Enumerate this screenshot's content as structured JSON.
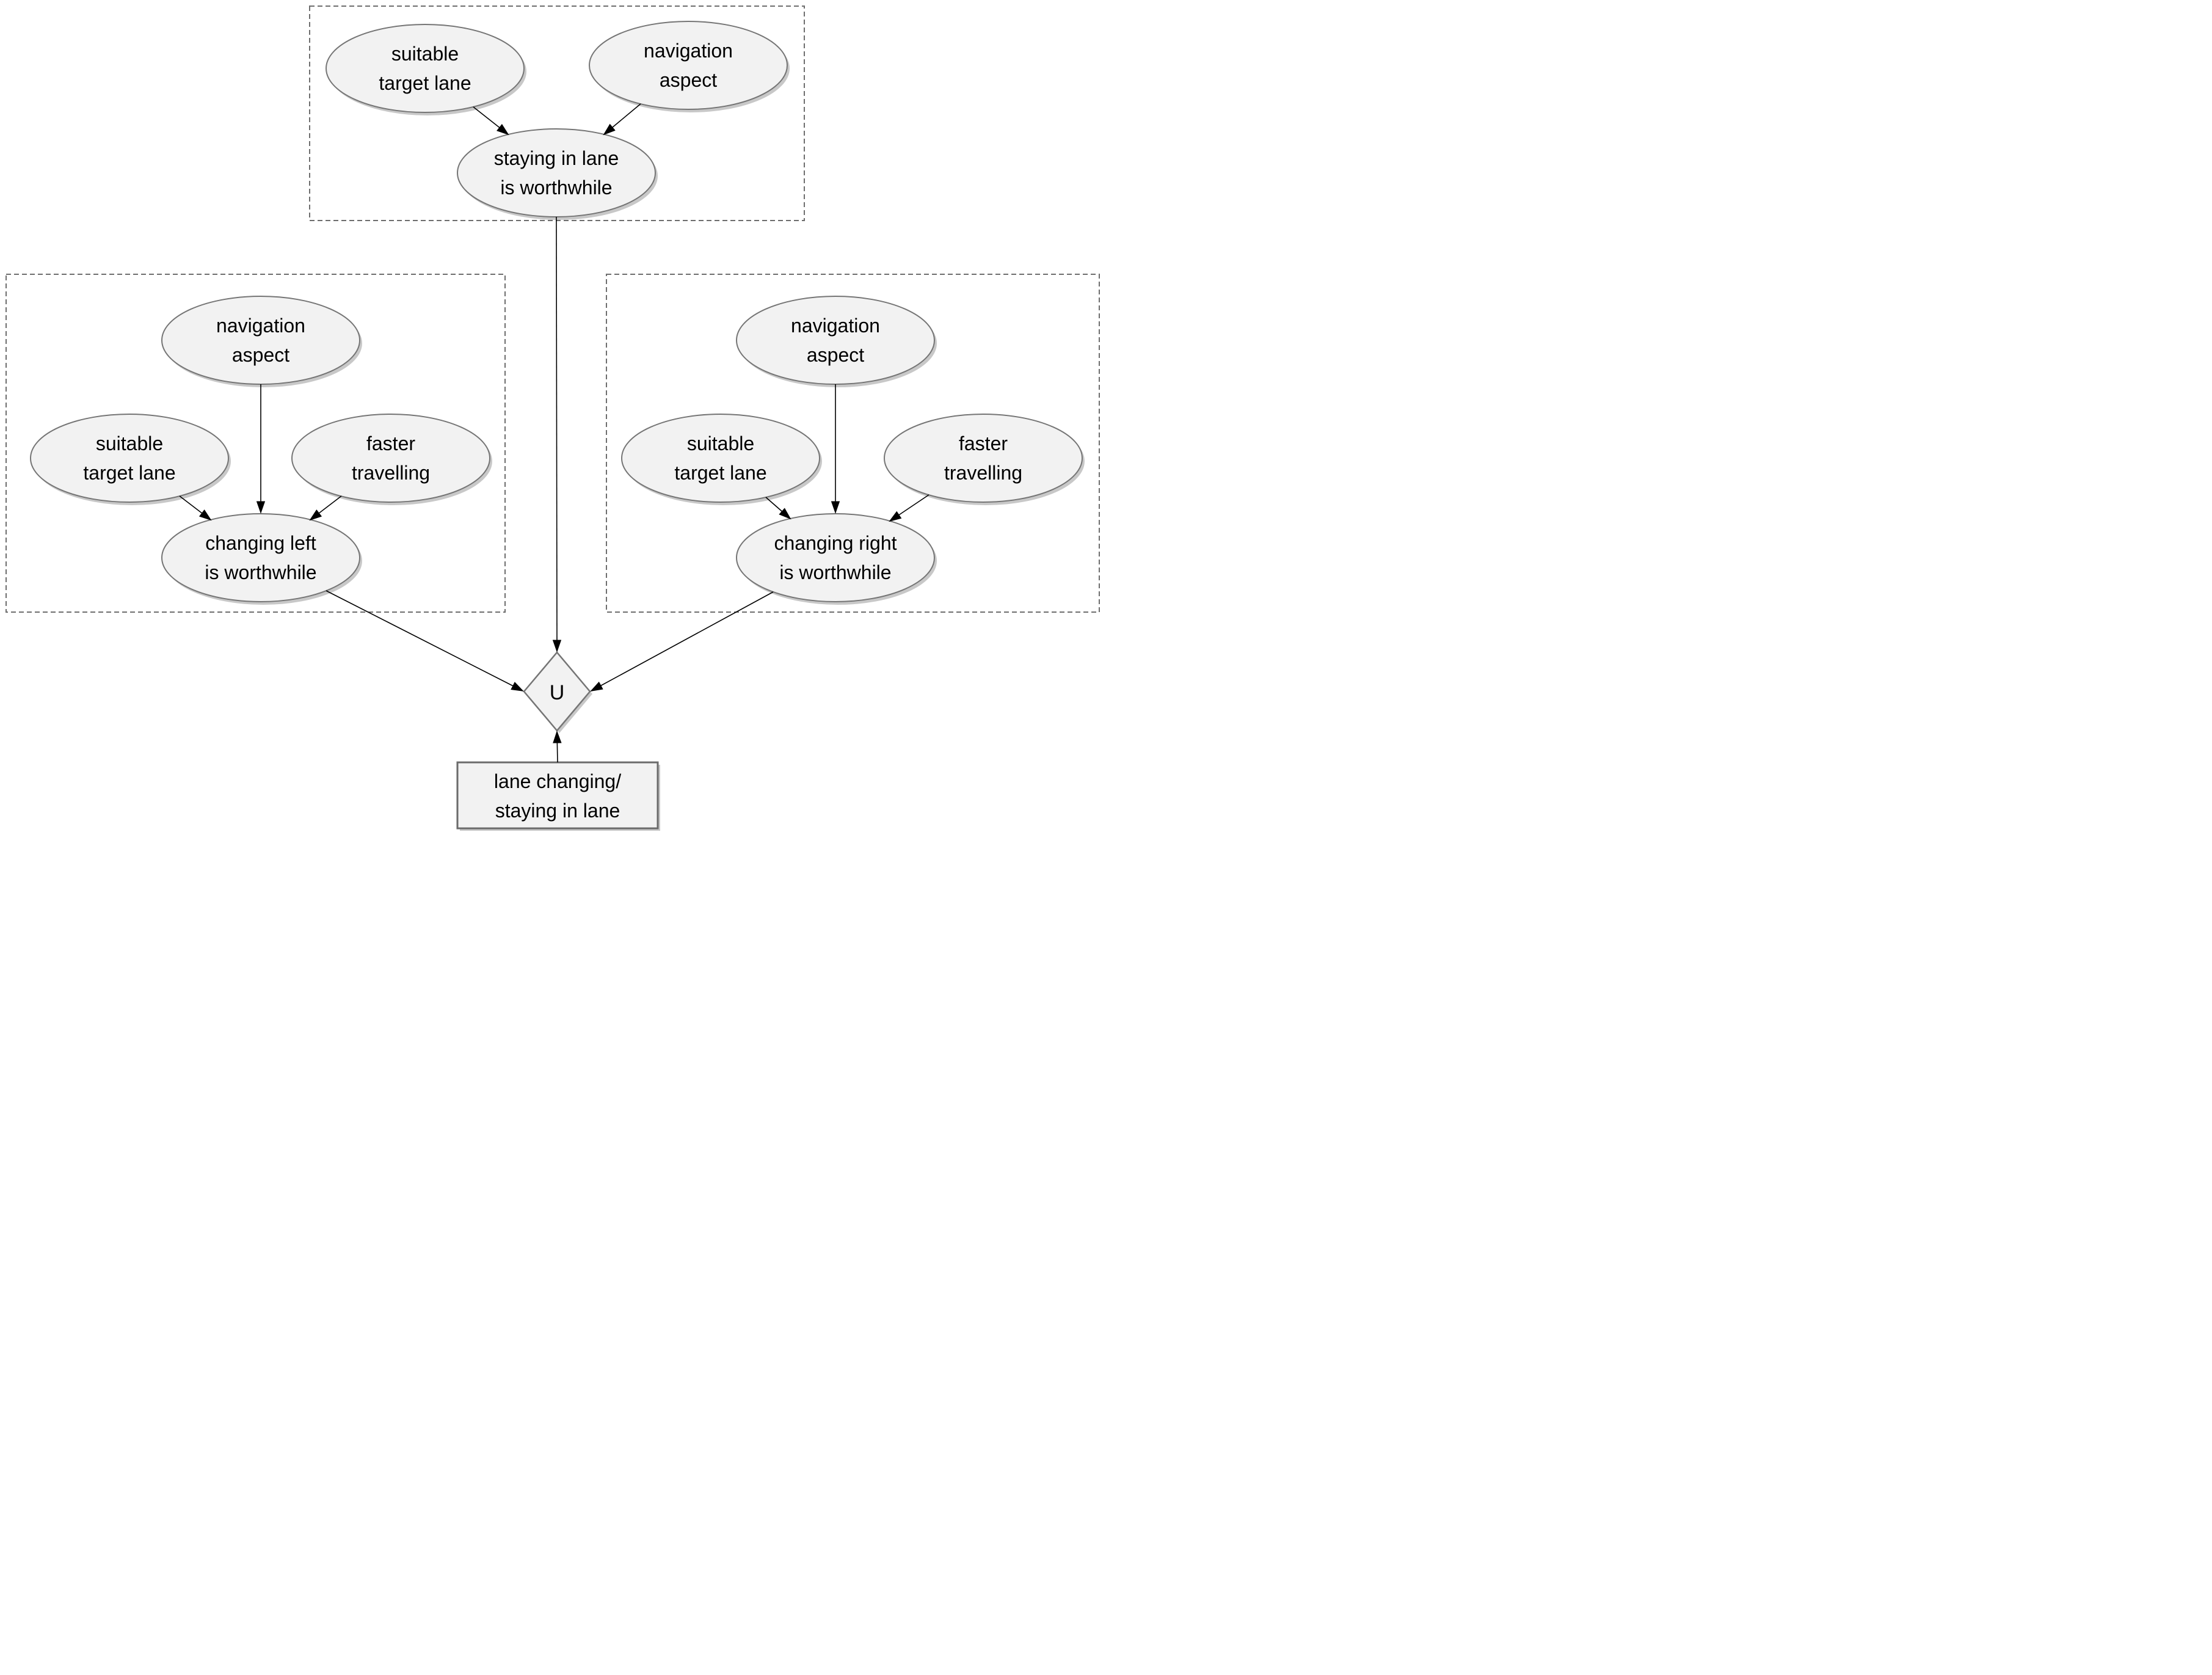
{
  "diagram": {
    "top_group": {
      "suitable_target_lane": "suitable\ntarget lane",
      "navigation_aspect": "navigation\naspect",
      "staying_in_lane": "staying in lane\nis worthwhile"
    },
    "left_group": {
      "navigation_aspect": "navigation\naspect",
      "suitable_target_lane": "suitable\ntarget lane",
      "faster_travelling": "faster\ntravelling",
      "changing_left": "changing left\nis worthwhile"
    },
    "right_group": {
      "navigation_aspect": "navigation\naspect",
      "suitable_target_lane": "suitable\ntarget lane",
      "faster_travelling": "faster\ntravelling",
      "changing_right": "changing right\nis worthwhile"
    },
    "utility_node": "U",
    "decision_node": "lane changing/\nstaying in lane",
    "colors": {
      "node_fill": "#f2f2f2",
      "node_stroke": "#757575",
      "node_shadow": "#c8c8c8",
      "edge": "#000000",
      "group_border": "#6e6e6e",
      "text": "#000000",
      "background": "#ffffff"
    }
  }
}
